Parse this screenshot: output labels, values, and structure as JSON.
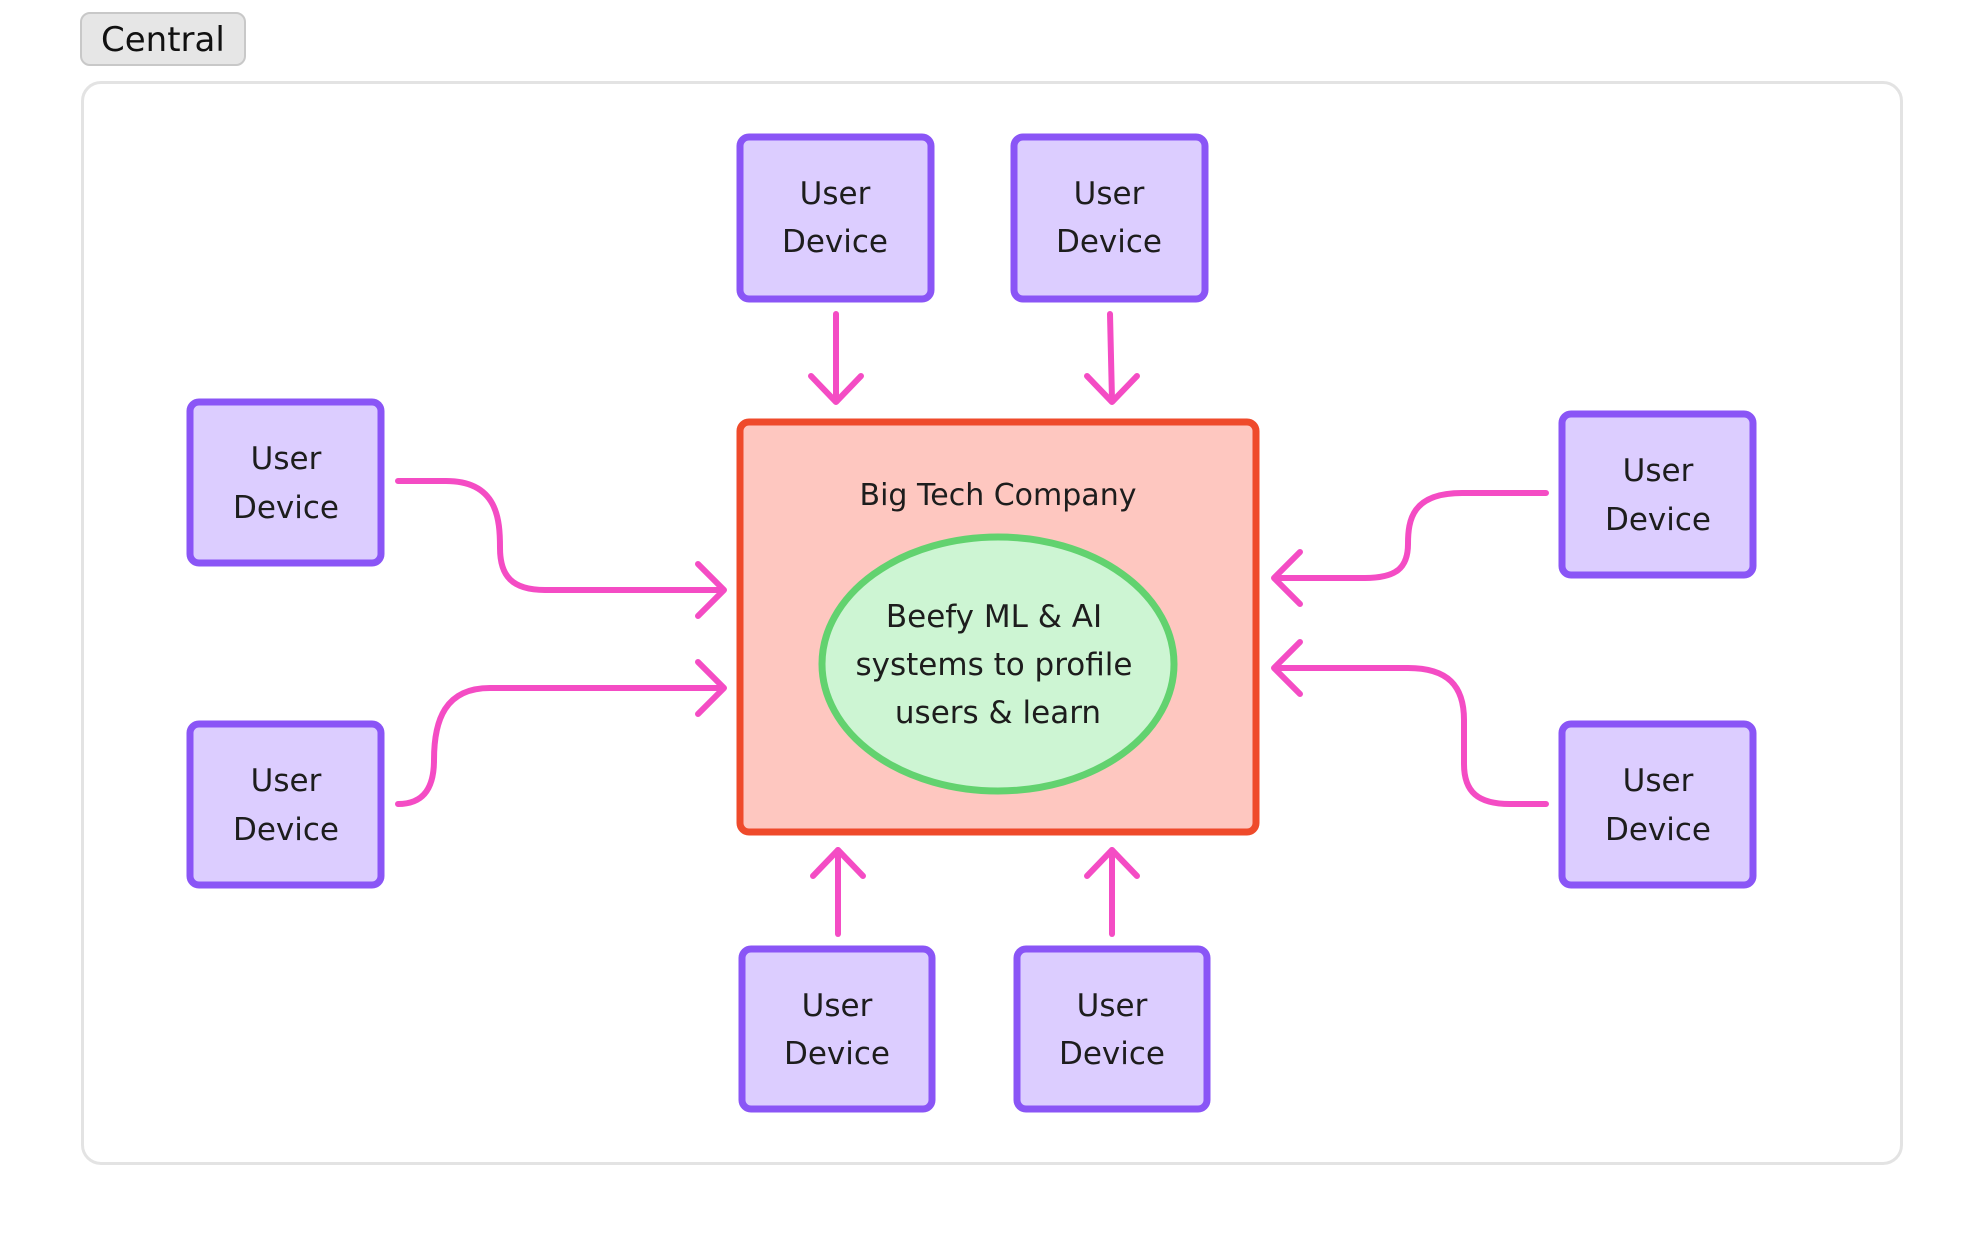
{
  "frame_label": "Central",
  "company": {
    "label": "Big Tech Company",
    "core": {
      "lines": [
        "Beefy ML & AI",
        "systems to profile",
        "users & learn"
      ]
    }
  },
  "devices": [
    {
      "id": "top-left",
      "lines": [
        "User",
        "Device"
      ]
    },
    {
      "id": "top-right",
      "lines": [
        "User",
        "Device"
      ]
    },
    {
      "id": "left-upper",
      "lines": [
        "User",
        "Device"
      ]
    },
    {
      "id": "left-lower",
      "lines": [
        "User",
        "Device"
      ]
    },
    {
      "id": "right-upper",
      "lines": [
        "User",
        "Device"
      ]
    },
    {
      "id": "right-lower",
      "lines": [
        "User",
        "Device"
      ]
    },
    {
      "id": "bottom-left",
      "lines": [
        "User",
        "Device"
      ]
    },
    {
      "id": "bottom-right",
      "lines": [
        "User",
        "Device"
      ]
    }
  ],
  "edges": [
    {
      "from": "top-left",
      "to": "company"
    },
    {
      "from": "top-right",
      "to": "company"
    },
    {
      "from": "left-upper",
      "to": "company"
    },
    {
      "from": "left-lower",
      "to": "company"
    },
    {
      "from": "right-upper",
      "to": "company"
    },
    {
      "from": "right-lower",
      "to": "company"
    },
    {
      "from": "bottom-left",
      "to": "company"
    },
    {
      "from": "bottom-right",
      "to": "company"
    }
  ],
  "colors": {
    "device_fill": "#dccdff",
    "device_stroke": "#8a55f6",
    "company_fill": "#fec7c0",
    "company_stroke": "#ef4a2b",
    "core_fill": "#cdf5d3",
    "core_stroke": "#62d26f",
    "arrow": "#f44cc4"
  }
}
